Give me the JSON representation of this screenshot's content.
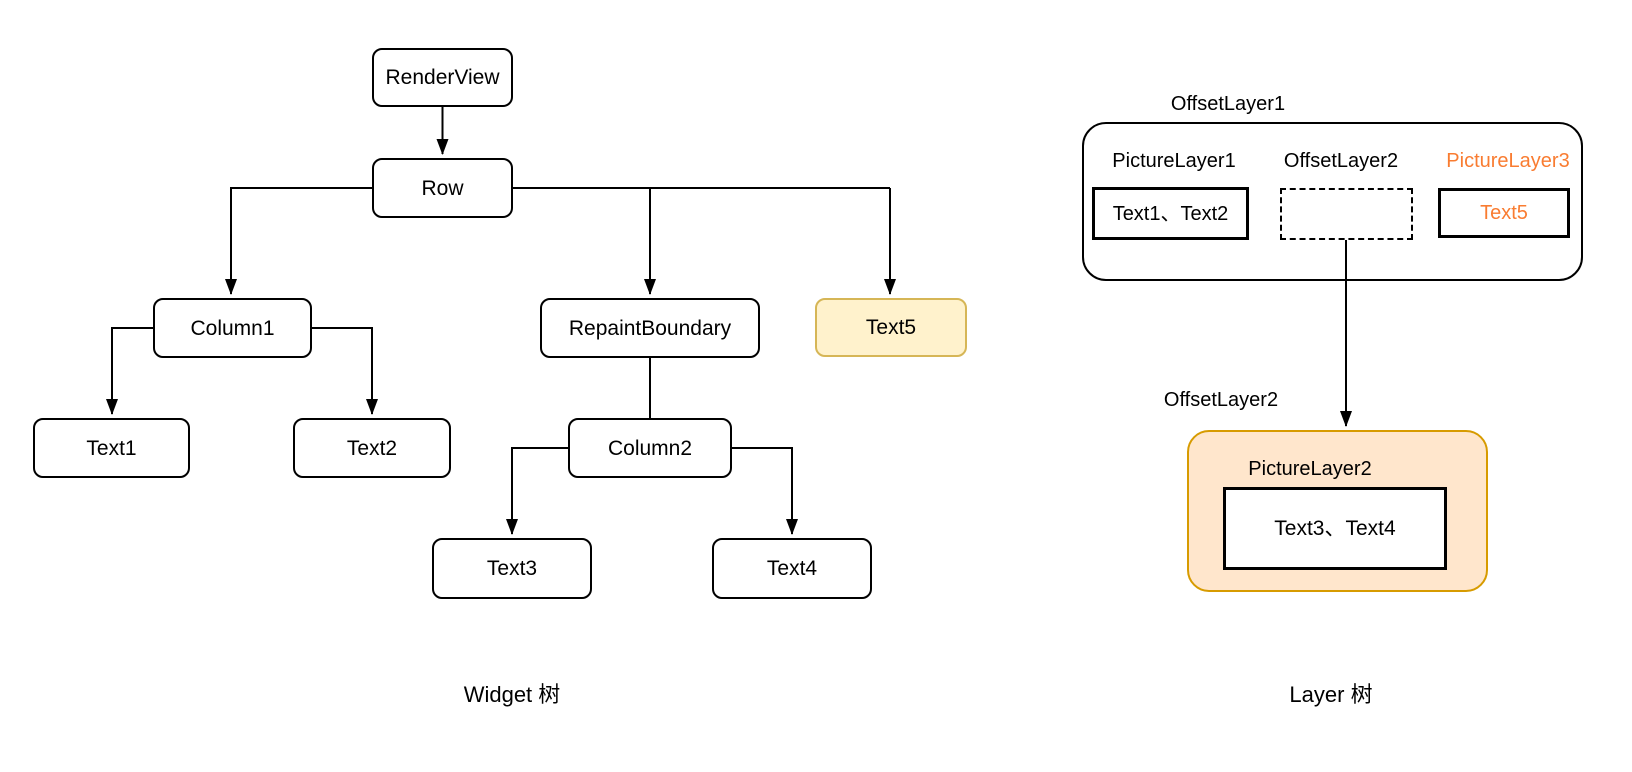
{
  "colors": {
    "background": "#FFFFFF",
    "stroke": "#000000",
    "highlight-fill": "#FFF2CC",
    "highlight-border": "#D6B656",
    "orange-fill": "#FFE6CC",
    "orange-border": "#D79B00",
    "accent-text": "#F97C31"
  },
  "widget_tree": {
    "caption": "Widget 树",
    "nodes": {
      "renderview": "RenderView",
      "row": "Row",
      "column1": "Column1",
      "repaint_boundary": "RepaintBoundary",
      "text5": "Text5",
      "text1": "Text1",
      "text2": "Text2",
      "column2": "Column2",
      "text3": "Text3",
      "text4": "Text4"
    }
  },
  "layer_tree": {
    "caption": "Layer 树",
    "offset_layer1": {
      "title": "OffsetLayer1",
      "picture_layer1": {
        "label": "PictureLayer1",
        "content": "Text1、Text2"
      },
      "offset_layer2_ref": {
        "label": "OffsetLayer2"
      },
      "picture_layer3": {
        "label": "PictureLayer3",
        "content": "Text5"
      }
    },
    "offset_layer2": {
      "title": "OffsetLayer2",
      "picture_layer2": {
        "label": "PictureLayer2",
        "content": "Text3、Text4"
      }
    }
  }
}
